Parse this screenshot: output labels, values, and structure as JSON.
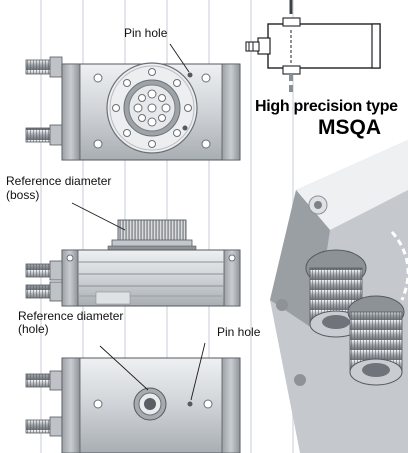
{
  "labels": {
    "pin_hole_top": "Pin hole",
    "ref_boss_line1": "Reference diameter",
    "ref_boss_line2": "(boss)",
    "ref_hole_line1": "Reference diameter",
    "ref_hole_line2": "(hole)",
    "pin_hole_bottom": "Pin hole"
  },
  "product": {
    "type_label": "High precision type",
    "model": "MSQA"
  },
  "colors": {
    "grid": "#e3e6ea",
    "body_light": "#d9dcdf",
    "body_mid": "#b9bdc1",
    "body_dark": "#8c9096",
    "stroke": "#555a60"
  }
}
